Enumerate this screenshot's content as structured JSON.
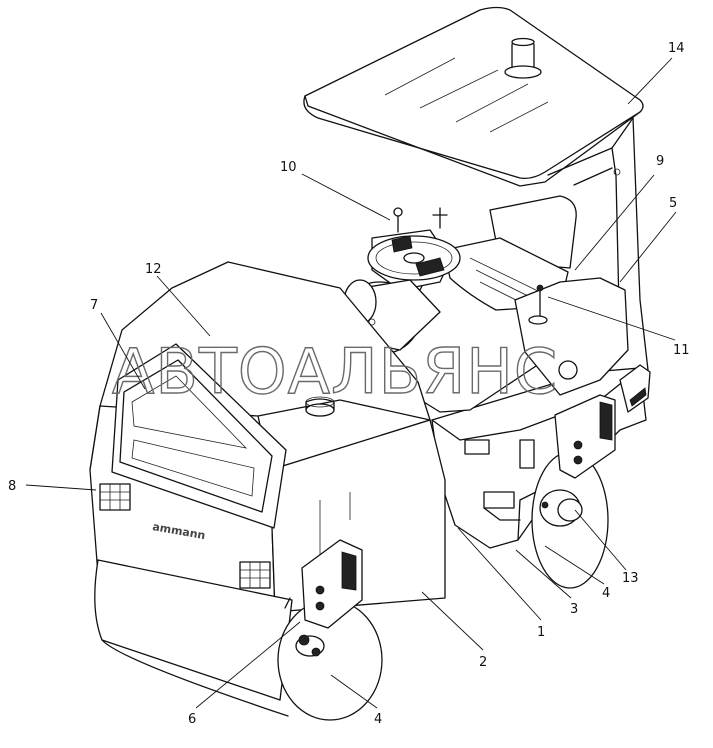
{
  "watermark": "АВТОАЛЬЯНС",
  "callouts": [
    {
      "id": "c1",
      "label": "1"
    },
    {
      "id": "c2",
      "label": "2"
    },
    {
      "id": "c3",
      "label": "3"
    },
    {
      "id": "c4a",
      "label": "4"
    },
    {
      "id": "c4b",
      "label": "4"
    },
    {
      "id": "c5",
      "label": "5"
    },
    {
      "id": "c6",
      "label": "6"
    },
    {
      "id": "c7",
      "label": "7"
    },
    {
      "id": "c8",
      "label": "8"
    },
    {
      "id": "c9",
      "label": "9"
    },
    {
      "id": "c10",
      "label": "10"
    },
    {
      "id": "c11",
      "label": "11"
    },
    {
      "id": "c12",
      "label": "12"
    },
    {
      "id": "c13",
      "label": "13"
    },
    {
      "id": "c14",
      "label": "14"
    }
  ],
  "colors": {
    "line": "#111111",
    "watermark": "#6a6a6a",
    "background": "#ffffff"
  }
}
